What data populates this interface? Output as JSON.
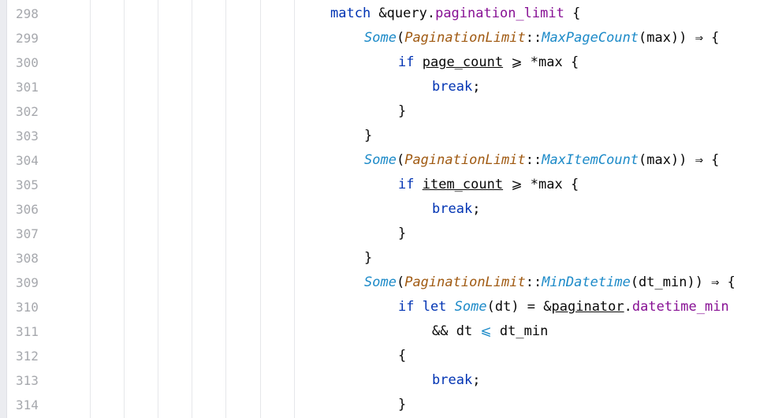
{
  "editor": {
    "lines": [
      {
        "number": "298",
        "tokens": [
          {
            "t": "match",
            "c": "kw"
          },
          {
            "t": " &query."
          },
          {
            "t": "pagination_limit",
            "c": "field"
          },
          {
            "t": " {"
          }
        ],
        "indent": 0
      },
      {
        "number": "299",
        "tokens": [
          {
            "t": "Some",
            "c": "enumv"
          },
          {
            "t": "("
          },
          {
            "t": "PaginationLimit",
            "c": "type"
          },
          {
            "t": "::"
          },
          {
            "t": "MaxPageCount",
            "c": "enumv"
          },
          {
            "t": "(max)) ⇒ {"
          }
        ],
        "indent": 1
      },
      {
        "number": "300",
        "tokens": [
          {
            "t": "if",
            "c": "kw"
          },
          {
            "t": " "
          },
          {
            "t": "page_count",
            "c": "ul"
          },
          {
            "t": " ⩾ *max {"
          }
        ],
        "indent": 2
      },
      {
        "number": "301",
        "tokens": [
          {
            "t": "break",
            "c": "kw"
          },
          {
            "t": ";"
          }
        ],
        "indent": 3
      },
      {
        "number": "302",
        "tokens": [
          {
            "t": "}"
          }
        ],
        "indent": 2
      },
      {
        "number": "303",
        "tokens": [
          {
            "t": "}"
          }
        ],
        "indent": 1
      },
      {
        "number": "304",
        "tokens": [
          {
            "t": "Some",
            "c": "enumv"
          },
          {
            "t": "("
          },
          {
            "t": "PaginationLimit",
            "c": "type"
          },
          {
            "t": "::"
          },
          {
            "t": "MaxItemCount",
            "c": "enumv"
          },
          {
            "t": "(max)) ⇒ {"
          }
        ],
        "indent": 1
      },
      {
        "number": "305",
        "tokens": [
          {
            "t": "if",
            "c": "kw"
          },
          {
            "t": " "
          },
          {
            "t": "item_count",
            "c": "ul"
          },
          {
            "t": " ⩾ *max {"
          }
        ],
        "indent": 2
      },
      {
        "number": "306",
        "tokens": [
          {
            "t": "break",
            "c": "kw"
          },
          {
            "t": ";"
          }
        ],
        "indent": 3
      },
      {
        "number": "307",
        "tokens": [
          {
            "t": "}"
          }
        ],
        "indent": 2
      },
      {
        "number": "308",
        "tokens": [
          {
            "t": "}"
          }
        ],
        "indent": 1
      },
      {
        "number": "309",
        "tokens": [
          {
            "t": "Some",
            "c": "enumv"
          },
          {
            "t": "("
          },
          {
            "t": "PaginationLimit",
            "c": "type"
          },
          {
            "t": "::"
          },
          {
            "t": "MinDatetime",
            "c": "enumv"
          },
          {
            "t": "(dt_min)) ⇒ {"
          }
        ],
        "indent": 1
      },
      {
        "number": "310",
        "tokens": [
          {
            "t": "if let",
            "c": "kw"
          },
          {
            "t": " "
          },
          {
            "t": "Some",
            "c": "enumv"
          },
          {
            "t": "(dt) = &"
          },
          {
            "t": "paginator",
            "c": "ul"
          },
          {
            "t": "."
          },
          {
            "t": "datetime_min",
            "c": "field"
          }
        ],
        "indent": 2
      },
      {
        "number": "311",
        "tokens": [
          {
            "t": "&& dt "
          },
          {
            "t": "⩽",
            "c": "op"
          },
          {
            "t": " dt_min"
          }
        ],
        "indent": 3
      },
      {
        "number": "312",
        "tokens": [
          {
            "t": "{"
          }
        ],
        "indent": 2
      },
      {
        "number": "313",
        "tokens": [
          {
            "t": "break",
            "c": "kw"
          },
          {
            "t": ";"
          }
        ],
        "indent": 3
      },
      {
        "number": "314",
        "tokens": [
          {
            "t": "}"
          }
        ],
        "indent": 2
      }
    ]
  },
  "colors": {
    "keyword": "#0033b3",
    "enum_variant": "#1c8ac8",
    "type": "#a05a12",
    "field": "#871094",
    "line_number": "#a6a8ad",
    "background": "#ffffff"
  }
}
